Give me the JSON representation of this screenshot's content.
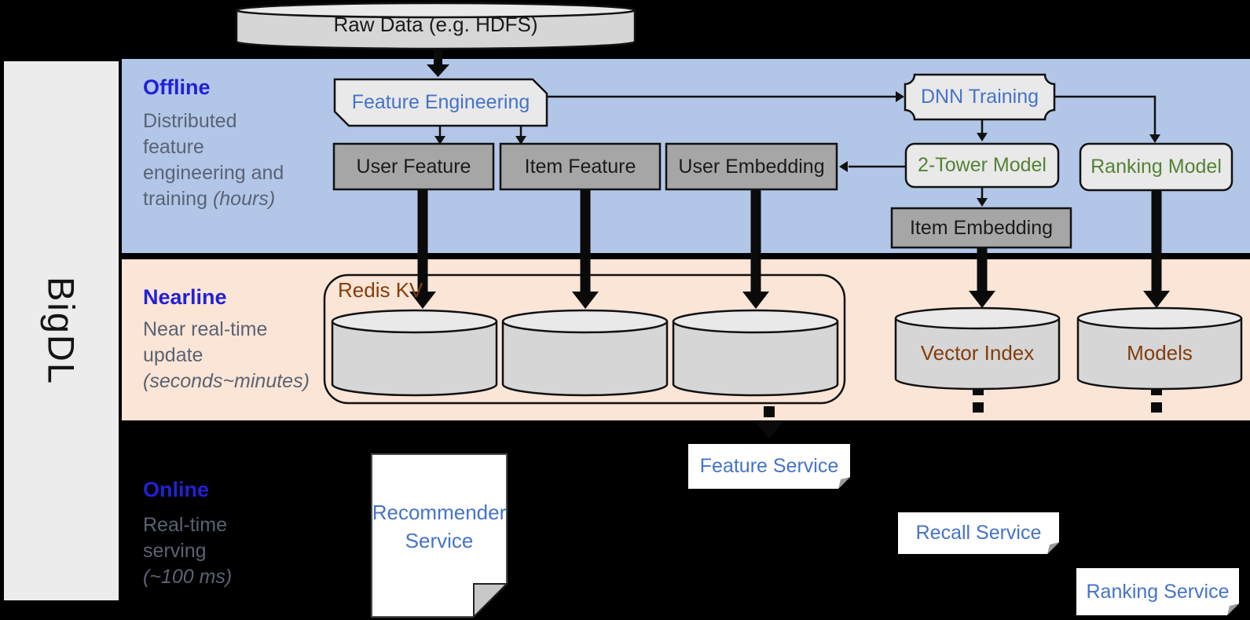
{
  "sidebar": {
    "brand": "BigDL"
  },
  "source": {
    "label": "Raw Data (e.g. HDFS)"
  },
  "bands": {
    "offline": {
      "title": "Offline",
      "desc_line1": "Distributed",
      "desc_line2": "feature",
      "desc_line3": "engineering and",
      "desc_line4_normal": "training ",
      "desc_line4_italic": "(hours)"
    },
    "nearline": {
      "title": "Nearline",
      "desc_line1": "Near real-time",
      "desc_line2": "update",
      "desc_line3_italic": "(seconds~minutes)"
    },
    "online": {
      "title": "Online",
      "desc_line1": "Real-time",
      "desc_line2": "serving",
      "desc_line3_italic": "(~100 ms)"
    }
  },
  "offline_nodes": {
    "feature_engineering": "Feature Engineering",
    "dnn_training": "DNN Training",
    "user_feature": "User Feature",
    "item_feature": "Item Feature",
    "user_embedding": "User Embedding",
    "two_tower_model": "2-Tower Model",
    "ranking_model": "Ranking Model",
    "item_embedding": "Item Embedding"
  },
  "nearline_nodes": {
    "redis_kv": "Redis KV",
    "vector_index": "Vector Index",
    "models": "Models"
  },
  "online_nodes": {
    "recommender_service_line1": "Recommender",
    "recommender_service_line2": "Service",
    "feature_service": "Feature Service",
    "recall_service": "Recall Service",
    "ranking_service": "Ranking Service"
  },
  "colors": {
    "background": "#000000",
    "offline_band": "#B2C6E8",
    "nearline_band": "#FBE5D6",
    "sidebar": "#ECECEC",
    "gray_node": "#A6A6A6",
    "light_node": "#E9E9E9",
    "cylinder_body": "#D6D6D6",
    "cylinder_top": "#E9E9E9",
    "accent_blue_text": "#4573C8",
    "band_title_blue": "#2121D6",
    "desc_gray": "#5A6373",
    "model_green_text": "#548235",
    "storage_brown_text": "#843C0C",
    "connector_black": "#111111"
  }
}
